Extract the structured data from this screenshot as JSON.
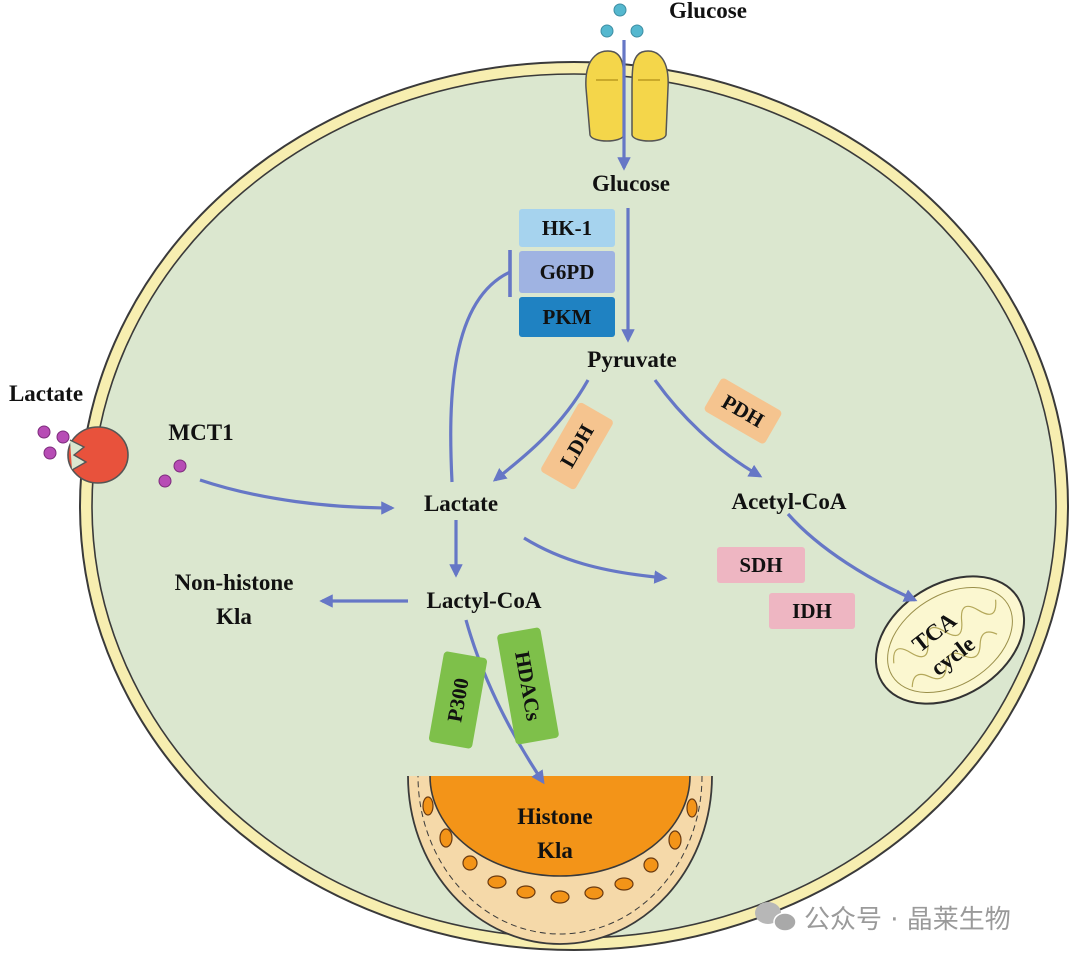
{
  "labels": {
    "glucose_outside": "Glucose",
    "glucose_inside": "Glucose",
    "pyruvate": "Pyruvate",
    "lactate_outside": "Lactate",
    "mct1": "MCT1",
    "lactate_inside": "Lactate",
    "acetyl_coa": "Acetyl-CoA",
    "lactyl_coa": "Lactyl-CoA",
    "non_histone_line1": "Non-histone",
    "non_histone_line2": "Kla",
    "histone_line1": "Histone",
    "histone_line2": "Kla",
    "tca_line1": "TCA",
    "tca_line2": "cycle"
  },
  "enzymes": {
    "hk1": "HK-1",
    "g6pd": "G6PD",
    "pkm": "PKM",
    "ldh": "LDH",
    "pdh": "PDH",
    "sdh": "SDH",
    "idh": "IDH",
    "p300": "P300",
    "hdacs": "HDACs"
  },
  "watermark": "公众号 · 晶莱生物",
  "colors": {
    "cytoplasm": "#dbe7cf",
    "membrane": "#f7eeb0",
    "arrow": "#6677c6",
    "hk1": "#a6d3ee",
    "g6pd": "#9fb3e2",
    "pkm": "#1f82c2",
    "ldh_pdh": "#f5c48f",
    "sdh_idh": "#eeb6c2",
    "p300_hdacs": "#7ec04a",
    "nucleus": "#f39418",
    "mitochondrion": "#fbf7d0"
  }
}
